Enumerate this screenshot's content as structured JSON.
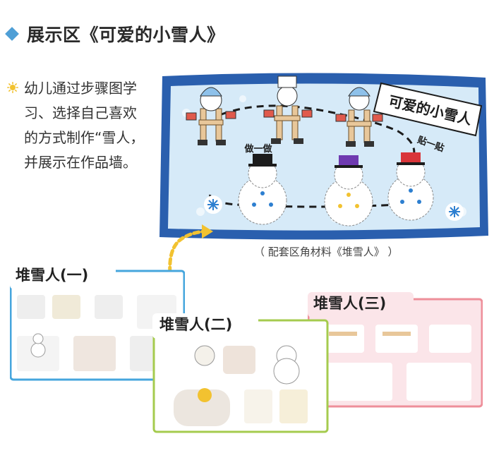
{
  "section": {
    "title": "展示区《可爱的小雪人》",
    "bullet_text": "幼儿通过步骤图学习、选择自己喜欢的方式制作“雪人，并展示在作品墙。"
  },
  "board": {
    "title": "可爱的小雪人",
    "label_make": "做一做",
    "label_stick": "贴一贴"
  },
  "caption": "（ 配套区角材料《堆雪人》 ）",
  "cards": [
    {
      "title": "堆雪人(一)"
    },
    {
      "title": "堆雪人(二)"
    },
    {
      "title": "堆雪人(三)"
    }
  ],
  "colors": {
    "accent_blue": "#4f9fd6",
    "board_blue": "#2a5fae",
    "board_inner": "#cfe6f6",
    "card1_border": "#46a6dd",
    "card2_border": "#a5cb4e",
    "card3_border": "#ee8f9a",
    "arrow_yellow": "#f2c230"
  }
}
